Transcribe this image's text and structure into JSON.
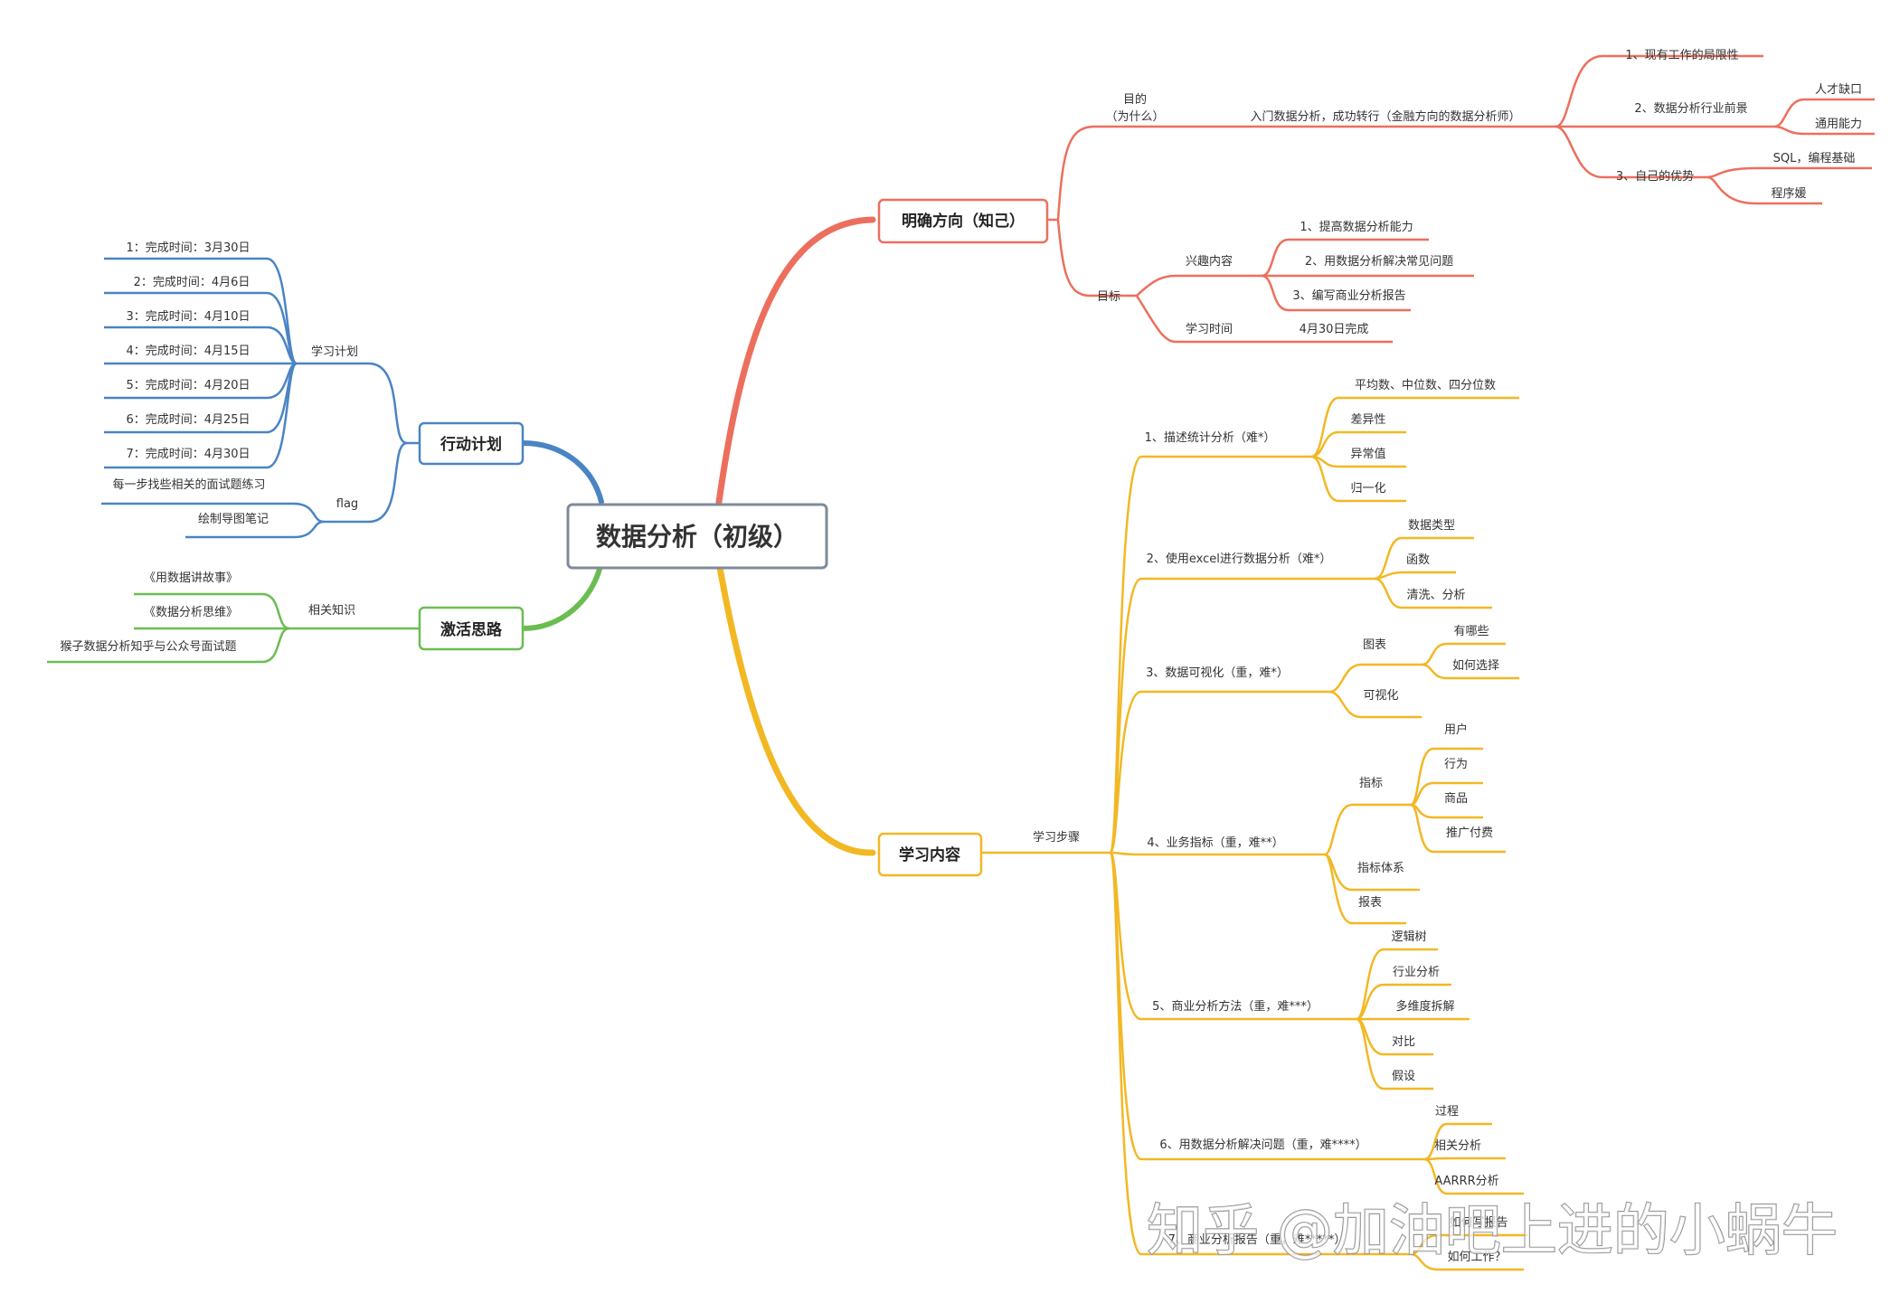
{
  "center": "数据分析（初级）",
  "colors": {
    "red": "#ec6f5e",
    "yellow": "#f2b824",
    "blue": "#4a84c4",
    "green": "#6bbd51",
    "center_border": "#7f8b98"
  },
  "watermark": "知乎 @加油吧上进的小蜗牛",
  "branches": {
    "direction": {
      "title": "明确方向（知己）",
      "purpose_label_1": "目的",
      "purpose_label_2": "（为什么）",
      "purpose_text": "入门数据分析，成功转行（金融方向的数据分析师）",
      "reason_1": "1、现有工作的局限性",
      "reason_2": "2、数据分析行业前景",
      "reason_2_items": [
        "人才缺口",
        "通用能力"
      ],
      "reason_3": "3、自己的优势",
      "reason_3_items": [
        "SQL，编程基础",
        "程序媛"
      ],
      "goal": "目标",
      "interest": "兴趣内容",
      "interest_items": [
        "1、提高数据分析能力",
        "2、用数据分析解决常见问题",
        "3、编写商业分析报告"
      ],
      "study_time": "学习时间",
      "study_time_value": "4月30日完成"
    },
    "content": {
      "title": "学习内容",
      "steps_label": "学习步骤",
      "step_1": "1、描述统计分析（难*）",
      "step_1_items": [
        "平均数、中位数、四分位数",
        "差异性",
        "异常值",
        "归一化"
      ],
      "step_2": "2、使用excel进行数据分析（难*）",
      "step_2_items": [
        "数据类型",
        "函数",
        "清洗、分析"
      ],
      "step_3": "3、数据可视化（重，难*）",
      "step_3_chart": "图表",
      "step_3_chart_items": [
        "有哪些",
        "如何选择"
      ],
      "step_3_visual": "可视化",
      "step_4": "4、业务指标（重，难**）",
      "step_4_metric": "指标",
      "step_4_metric_items": [
        "用户",
        "行为",
        "商品",
        "推广付费"
      ],
      "step_4_system": "指标体系",
      "step_4_report": "报表",
      "step_5": "5、商业分析方法（重，难***）",
      "step_5_items": [
        "逻辑树",
        "行业分析",
        "多维度拆解",
        "对比",
        "假设"
      ],
      "step_6": "6、用数据分析解决问题（重，难****）",
      "step_6_items": [
        "过程",
        "相关分析",
        "AARRR分析"
      ],
      "step_7": "7、商业分析报告（重，难*****）",
      "step_7_items": [
        "如何写报告",
        "如何工作？"
      ]
    },
    "plan": {
      "title": "行动计划",
      "schedule_label": "学习计划",
      "schedule": [
        "1：完成时间：3月30日",
        "2：完成时间：4月6日",
        "3：完成时间：4月10日",
        "4：完成时间：4月15日",
        "5：完成时间：4月20日",
        "6：完成时间：4月25日",
        "7：完成时间：4月30日"
      ],
      "flag_label": "flag",
      "flags": [
        "每一步找些相关的面试题练习",
        "绘制导图笔记"
      ]
    },
    "ideas": {
      "title": "激活思路",
      "related_label": "相关知识",
      "items": [
        "《用数据讲故事》",
        "《数据分析思维》",
        "猴子数据分析知乎与公众号面试题"
      ]
    }
  }
}
